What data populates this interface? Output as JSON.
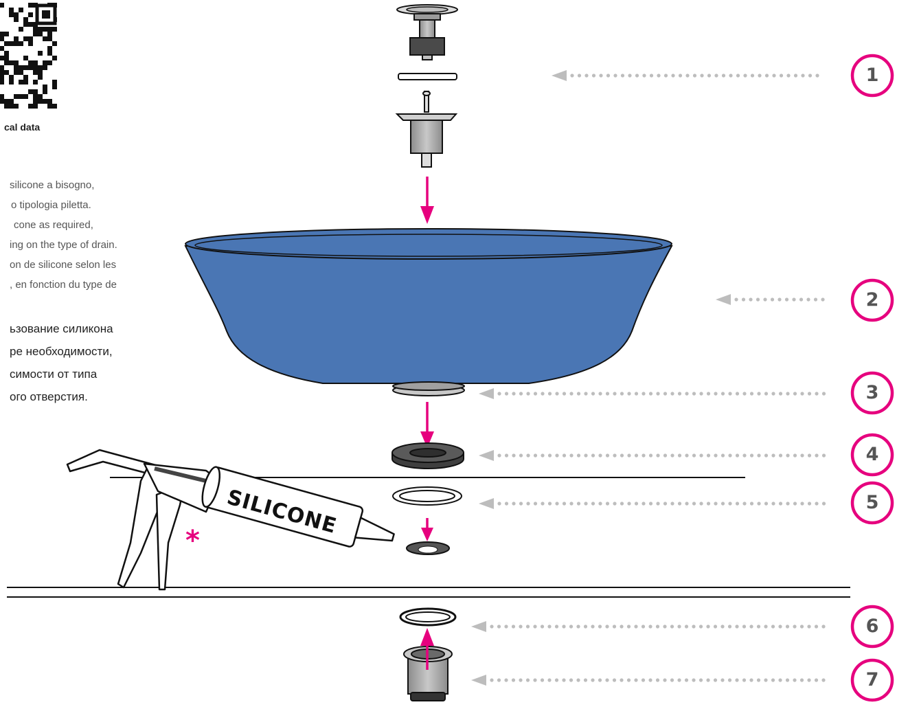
{
  "qr": {
    "caption": "cal data"
  },
  "notes": {
    "it": [
      "silicone a bisogno,",
      "o tipologia piletta."
    ],
    "en": [
      "cone as required,",
      "ing on the type of drain."
    ],
    "fr": [
      "on de silicone selon les",
      ", en fonction du type de"
    ],
    "ru": [
      "ьзование силикона",
      "ре необходимости,",
      "симости от типа",
      "ого отверстия."
    ]
  },
  "silicone_label": "SILICONE",
  "asterisk": "*",
  "steps": [
    {
      "number": "1",
      "part": "click-clack drain plug and cap"
    },
    {
      "number": "2",
      "part": "washbasin"
    },
    {
      "number": "3",
      "part": "basin drain outlet"
    },
    {
      "number": "4",
      "part": "rubber gasket"
    },
    {
      "number": "5",
      "part": "flat ring washer"
    },
    {
      "number": "6",
      "part": "lower washer"
    },
    {
      "number": "7",
      "part": "drain nut"
    }
  ],
  "colors": {
    "accent_magenta": "#e6007e",
    "basin_blue": "#4a76b4",
    "arrow_grey": "#bdbdbd",
    "parts_grey": "#a9a9a9"
  }
}
